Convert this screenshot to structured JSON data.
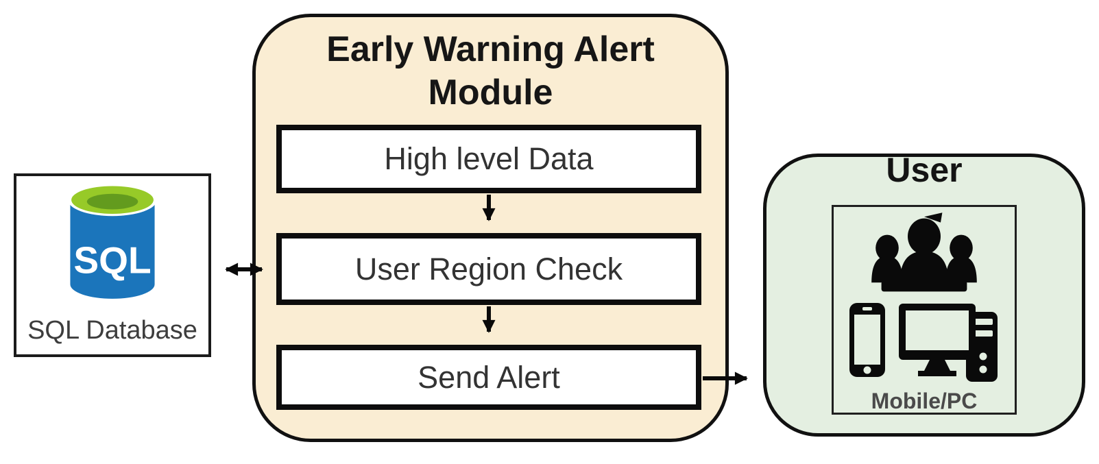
{
  "diagram": {
    "sql": {
      "icon_label": "SQL",
      "label": "SQL Database"
    },
    "module": {
      "title": "Early Warning Alert Module",
      "steps": [
        "High level Data",
        "User Region Check",
        "Send Alert"
      ]
    },
    "user": {
      "title": "User",
      "device_label": "Mobile/PC"
    }
  },
  "colors": {
    "module_fill": "#FAEDD3",
    "user_fill": "#E4EFE1",
    "sql_blue": "#1B75BB",
    "sql_green": "#97CA28",
    "sql_green_dark": "#639B1E",
    "border_black": "#111111",
    "text_dark": "#333333",
    "text_gray": "#4A4A4A"
  }
}
